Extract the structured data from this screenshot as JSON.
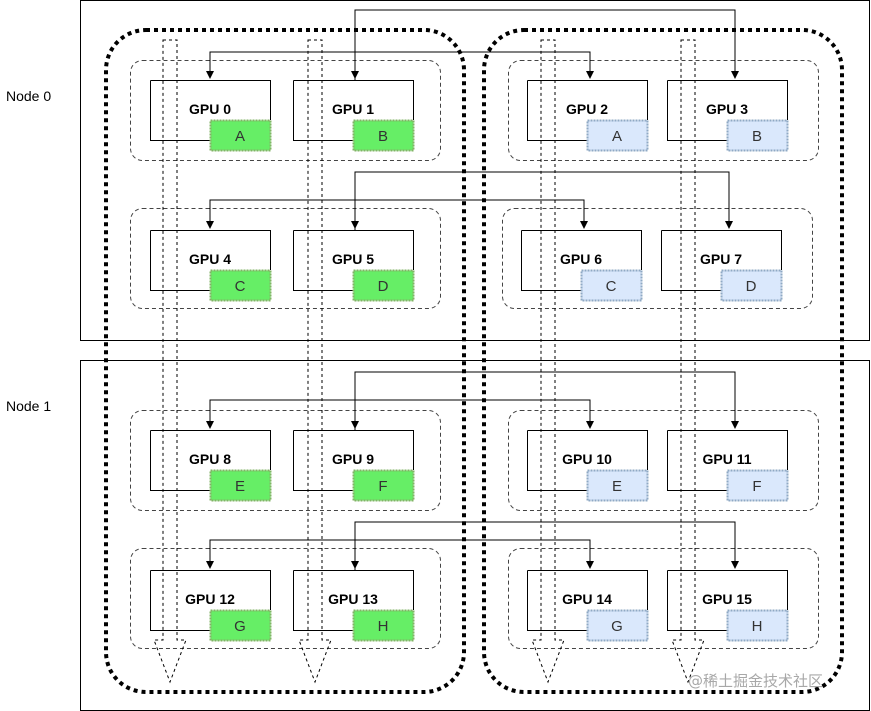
{
  "node_labels": [
    "Node 0",
    "Node 1"
  ],
  "gpus": [
    {
      "name": "GPU 0",
      "part": "A",
      "group": "green"
    },
    {
      "name": "GPU 1",
      "part": "B",
      "group": "green"
    },
    {
      "name": "GPU 2",
      "part": "A",
      "group": "blue"
    },
    {
      "name": "GPU 3",
      "part": "B",
      "group": "blue"
    },
    {
      "name": "GPU 4",
      "part": "C",
      "group": "green"
    },
    {
      "name": "GPU 5",
      "part": "D",
      "group": "green"
    },
    {
      "name": "GPU 6",
      "part": "C",
      "group": "blue"
    },
    {
      "name": "GPU 7",
      "part": "D",
      "group": "blue"
    },
    {
      "name": "GPU 8",
      "part": "E",
      "group": "green"
    },
    {
      "name": "GPU 9",
      "part": "F",
      "group": "green"
    },
    {
      "name": "GPU 10",
      "part": "E",
      "group": "blue"
    },
    {
      "name": "GPU 11",
      "part": "F",
      "group": "blue"
    },
    {
      "name": "GPU 12",
      "part": "G",
      "group": "green"
    },
    {
      "name": "GPU 13",
      "part": "H",
      "group": "green"
    },
    {
      "name": "GPU 14",
      "part": "G",
      "group": "blue"
    },
    {
      "name": "GPU 15",
      "part": "H",
      "group": "blue"
    }
  ],
  "colors": {
    "green_fill": "#66ee66",
    "green_border": "#82b366",
    "blue_fill": "#dae8fc",
    "blue_border": "#8fa9c4",
    "line": "#000000"
  },
  "watermark": "@稀土掘金技术社区"
}
